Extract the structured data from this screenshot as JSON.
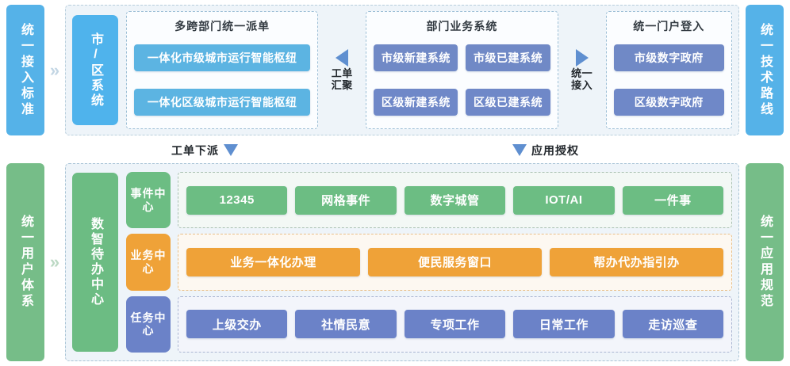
{
  "rails": {
    "top_left": "统一接入标准",
    "top_right": "统一技术路线",
    "bottom_left": "统一用户体系",
    "bottom_right": "统一应用规范"
  },
  "colors": {
    "rail_blue": "#55b2e8",
    "rail_green": "#76bd88",
    "chip_light_blue": "#5cb4e2",
    "chip_slate": "#7089c6",
    "chip_green": "#6cbd83",
    "chip_orange": "#efa238",
    "chip_blue": "#6b82c8",
    "panel_bg": "#eef4f9",
    "arrow": "#5f8fd0"
  },
  "chevrons": {
    "top": "»",
    "bottom": "»"
  },
  "top": {
    "entry_box": "市/区系统",
    "groups": [
      {
        "title": "多跨部门统一派单",
        "items": [
          "一体化市级城市运行智能枢纽",
          "一体化区级城市运行智能枢纽"
        ]
      },
      {
        "title": "部门业务系统",
        "rows": [
          [
            "市级新建系统",
            "市级已建系统"
          ],
          [
            "区级新建系统",
            "区级已建系统"
          ]
        ]
      },
      {
        "title": "统一门户登入",
        "items": [
          "市级数字政府",
          "区级数字政府"
        ]
      }
    ],
    "connectors": [
      {
        "direction": "left",
        "label": "工单汇聚"
      },
      {
        "direction": "right",
        "label": "统一接入"
      }
    ]
  },
  "middle": {
    "flows": [
      {
        "label": "工单下派",
        "direction": "down"
      },
      {
        "label": "应用授权",
        "direction": "down"
      }
    ]
  },
  "bottom": {
    "hub_box": "数智待办中心",
    "rows": [
      {
        "center": "事件中心",
        "items": [
          "12345",
          "网格事件",
          "数字城管",
          "IOT/AI",
          "一件事"
        ]
      },
      {
        "center": "业务中心",
        "items": [
          "业务一体化办理",
          "便民服务窗口",
          "帮办代办指引办"
        ]
      },
      {
        "center": "任务中心",
        "items": [
          "上级交办",
          "社情民意",
          "专项工作",
          "日常工作",
          "走访巡查"
        ]
      }
    ]
  }
}
